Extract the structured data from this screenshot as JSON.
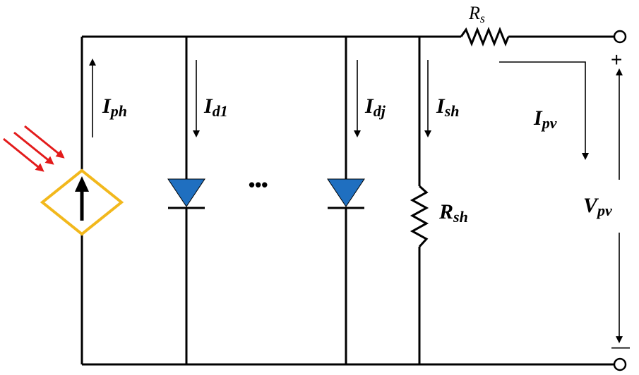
{
  "diagram": {
    "colors": {
      "wire": "#000000",
      "diode_fill": "#1f6fc0",
      "source_outline": "#f2b81c",
      "light_rays": "#e31b1b"
    },
    "labels": {
      "rs": {
        "main": "R",
        "sub": "s"
      },
      "iph": {
        "main": "I",
        "sub": "ph"
      },
      "id1": {
        "main": "I",
        "sub": "d1"
      },
      "idj": {
        "main": "I",
        "sub": "dj"
      },
      "ish": {
        "main": "I",
        "sub": "sh"
      },
      "ipv": {
        "main": "I",
        "sub": "pv"
      },
      "rsh": {
        "main": "R",
        "sub": "sh"
      },
      "vpv": {
        "main": "V",
        "sub": "pv"
      }
    },
    "ellipsis": "•••",
    "plus": "+",
    "minus": "—"
  }
}
